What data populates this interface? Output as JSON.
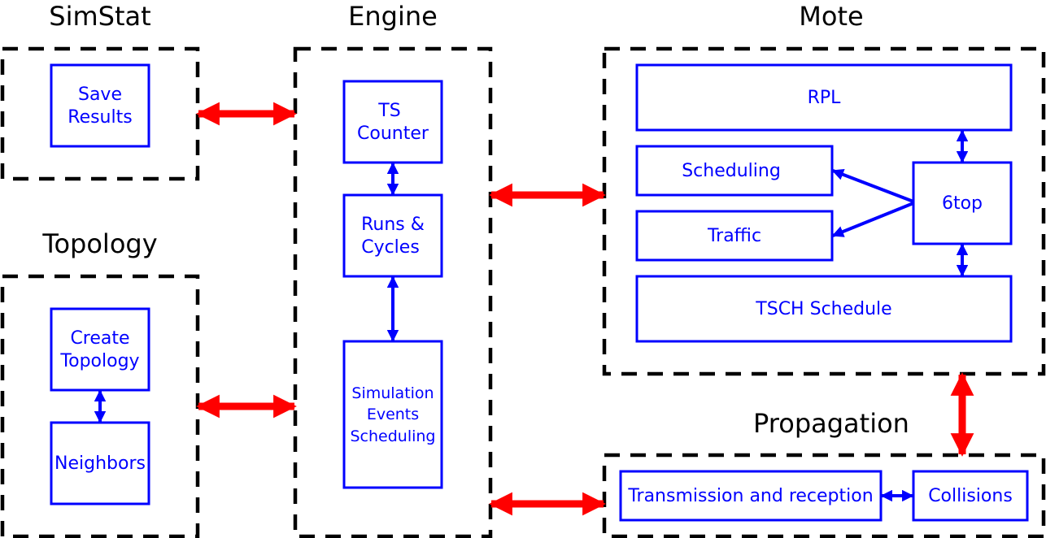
{
  "colors": {
    "box_stroke": "#0000ff",
    "box_text": "#0000ff",
    "group_stroke": "#000000",
    "link_arrow": "#ff0000",
    "inner_arrow": "#0000ff"
  },
  "groups": {
    "simstat": "SimStat",
    "engine": "Engine",
    "mote": "Mote",
    "topology": "Topology",
    "propagation": "Propagation"
  },
  "boxes": {
    "save_results": [
      "Save",
      "Results"
    ],
    "ts_counter": [
      "TS",
      "Counter"
    ],
    "runs_cycles": [
      "Runs &",
      "Cycles"
    ],
    "simulation_events": [
      "Simulation",
      "Events",
      "Scheduling"
    ],
    "create_topology": [
      "Create",
      "Topology"
    ],
    "neighbors": "Neighbors",
    "rpl": "RPL",
    "scheduling": "Scheduling",
    "traffic": "Traffic",
    "sixtop": "6top",
    "tsch_schedule": "TSCH Schedule",
    "transmission": "Transmission and reception",
    "collisions": "Collisions"
  }
}
